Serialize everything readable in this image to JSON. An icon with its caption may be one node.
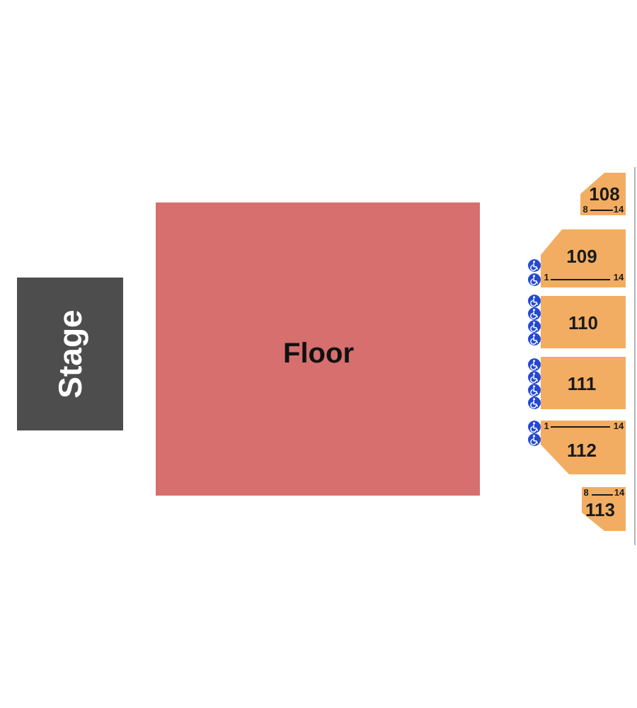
{
  "diagram": {
    "nodes": [
      {
        "text": [
          "Stage"
        ]
      },
      {
        "text": [
          "Floor"
        ]
      },
      {
        "text": [
          "108",
          "8",
          "14"
        ]
      },
      {
        "text": [
          "109",
          "1",
          "14"
        ]
      },
      {
        "text": [
          "110"
        ]
      },
      {
        "text": [
          "111"
        ]
      },
      {
        "text": [
          "1",
          "14",
          "112"
        ]
      },
      {
        "text": [
          "8",
          "14",
          "113"
        ]
      }
    ]
  }
}
